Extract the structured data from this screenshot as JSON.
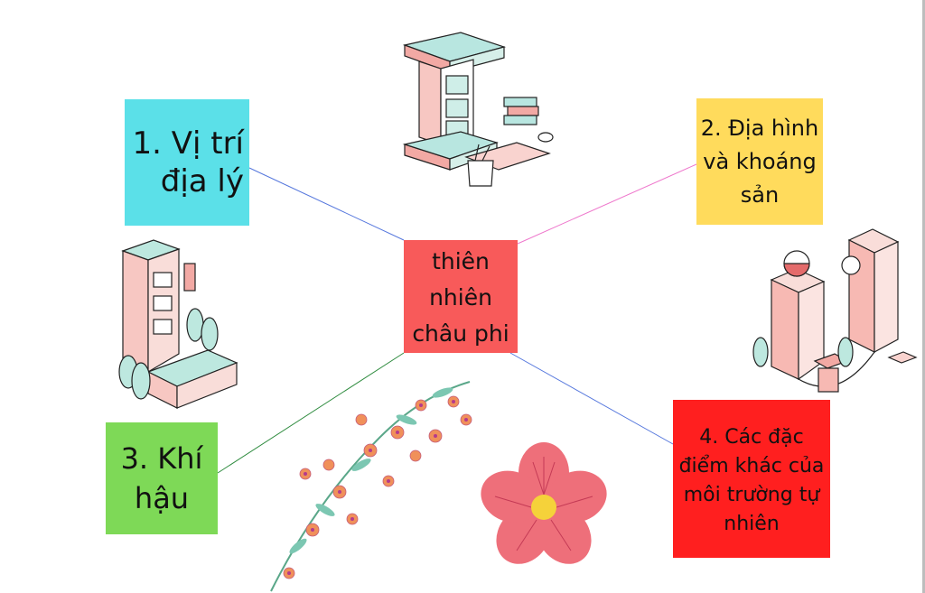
{
  "diagram": {
    "center": {
      "label": "thiên nhiên châu phi",
      "color": "#f85a5a"
    },
    "branches": [
      {
        "label": "1. Vị trí địa lý",
        "color": "#5be0e8",
        "line_color": "#5577dd"
      },
      {
        "label": "2. Địa hình và khoáng sản",
        "color": "#ffdb5c",
        "line_color": "#ee77cc"
      },
      {
        "label": "3. Khí hậu",
        "color": "#7ed957",
        "line_color": "#2e8b3e"
      },
      {
        "label": "4. Các đặc điểm khác của môi trường tự nhiên",
        "color": "#ff1f1f",
        "line_color": "#5577dd"
      }
    ]
  },
  "illustrations": [
    {
      "name": "letter-i-building-illustration"
    },
    {
      "name": "letter-l-building-illustration"
    },
    {
      "name": "letter-u-building-illustration"
    },
    {
      "name": "flower-branch-illustration"
    },
    {
      "name": "pink-flower-illustration"
    }
  ]
}
